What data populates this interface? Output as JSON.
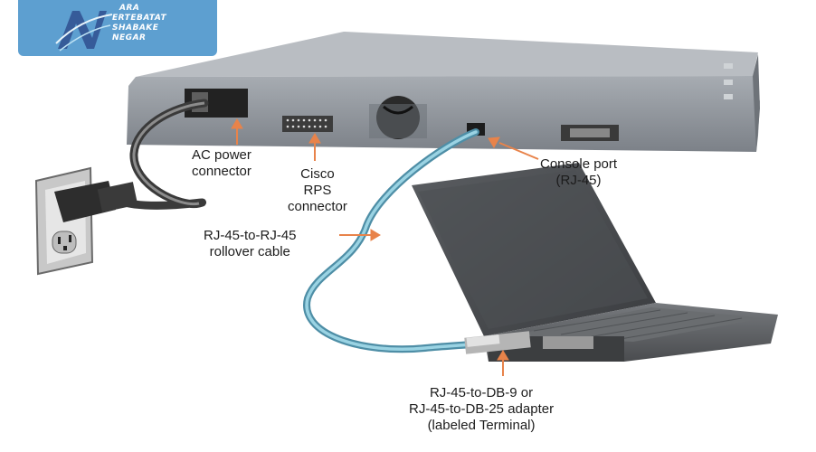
{
  "logo": {
    "line1": "ARA",
    "line2": "ERTEBATAT",
    "line3": "SHABAKE",
    "line4": "NEGAR"
  },
  "labels": {
    "ac_power": [
      "AC power",
      "connector"
    ],
    "rps": [
      "Cisco",
      "RPS",
      "connector"
    ],
    "console_port": [
      "Console port",
      "(RJ-45)"
    ],
    "rollover": [
      "RJ-45-to-RJ-45",
      "rollover cable"
    ],
    "adapter": [
      "RJ-45-to-DB-9 or",
      "RJ-45-to-DB-25 adapter",
      "(labeled Terminal)"
    ]
  },
  "colors": {
    "arrow": "#e8834a",
    "cable": "#7cc0d4",
    "chassis": "#8a8f96",
    "logo_bg": "#5d9fd0"
  }
}
